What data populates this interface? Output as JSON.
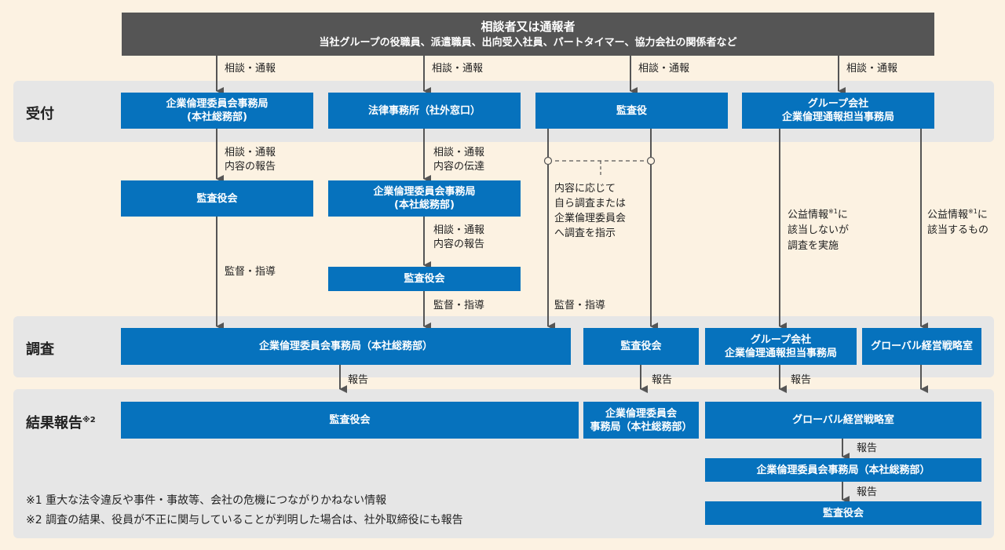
{
  "reporter": {
    "title": "相談者又は通報者",
    "subtitle": "当社グループの役職員、派遣職員、出向受入社員、パートタイマー、協力会社の関係者など"
  },
  "stages": {
    "reception": "受付",
    "investigation": "調査",
    "result": "結果報告",
    "result_mark": "※2"
  },
  "flow_labels": {
    "consult_report": "相談・通報",
    "consult_report_line1": "相談・通報",
    "content_report": "内容の報告",
    "content_relay": "内容の伝達",
    "supervise": "監督・指導",
    "report": "報告"
  },
  "auditor_note": {
    "line1": "内容に応じて",
    "line2": "自ら調査または",
    "line3": "企業倫理委員会",
    "line4": "へ調査を指示"
  },
  "public_info": {
    "no_line1_pre": "公益情報",
    "mark": "※1",
    "no_line1_post": "に",
    "no_line2": "該当しないが",
    "no_line3": "調査を実施",
    "yes_line1_pre": "公益情報",
    "yes_line1_post": "に",
    "yes_line2": "該当するもの"
  },
  "boxes": {
    "ethics_office": "企業倫理委員会事務局",
    "ethics_office_sub": "(本社総務部)",
    "law_firm": "法律事務所（社外窓口）",
    "auditor": "監査役",
    "group_co_line1": "グループ会社",
    "group_co_line2": "企業倫理通報担当事務局",
    "board_of_auditors": "監査役会",
    "ethics_office_full": "企業倫理委員会事務局（本社総務部）",
    "global_strategy": "グローバル経営戦略室",
    "ethics_office_split1": "企業倫理委員会",
    "ethics_office_split2": "事務局（本社総務部）"
  },
  "notes": {
    "note1": "※1 重大な法令違反や事件・事故等、会社の危機につながりかねない情報",
    "note2": "※2 調査の結果、役員が不正に関与していることが判明した場合は、社外取締役にも報告"
  }
}
